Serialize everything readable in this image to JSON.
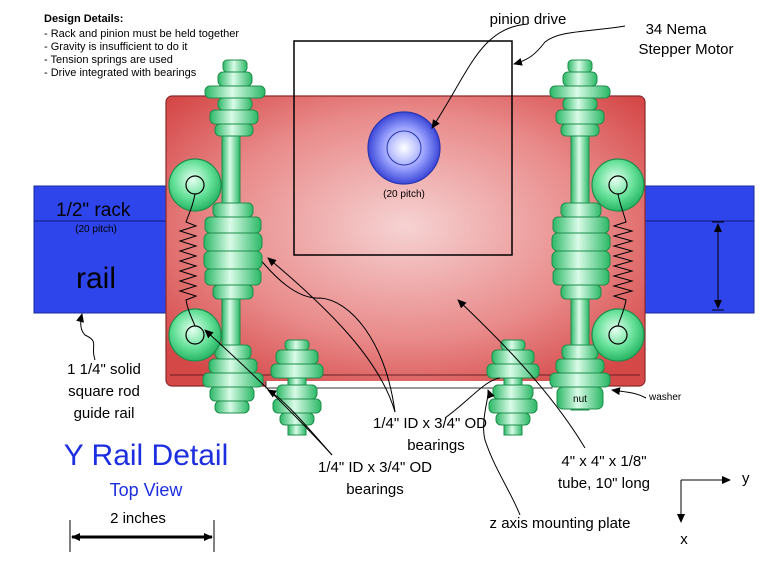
{
  "design_details": {
    "title": "Design Details:",
    "items": [
      "- Rack and pinion must be held together",
      "- Gravity is insufficient to do it",
      "- Tension springs are used",
      "- Drive integrated with bearings"
    ]
  },
  "labels": {
    "pinion_drive": "pinion drive",
    "motor_line1": "34 Nema",
    "motor_line2": "Stepper Motor",
    "pinion_pitch": "(20 pitch)",
    "rack": "1/2\" rack",
    "rack_pitch": "(20 pitch)",
    "rail": "rail",
    "guide_rail_line1": "1 1/4\" solid",
    "guide_rail_line2": "square rod",
    "guide_rail_line3": "guide rail",
    "bearings_upper_line1": "1/4\" ID x 3/4\" OD",
    "bearings_upper_line2": "bearings",
    "bearings_lower_line1": "1/4\" ID x 3/4\" OD",
    "bearings_lower_line2": "bearings",
    "tube_line1": "4\" x 4\" x 1/8\"",
    "tube_line2": "tube, 10\" long",
    "mounting_plate": "z axis mounting plate",
    "washer": "washer",
    "nut": "nut",
    "title": "Y Rail Detail",
    "subtitle": "Top View",
    "scale": "2 inches",
    "axis_y": "y",
    "axis_x": "x"
  },
  "colors": {
    "plate": "#e05a5a",
    "plate_light": "#f4c8c8",
    "rail": "#2a3fe6",
    "bearing": "#3fd27a",
    "bearing_light": "#c8f5da",
    "pinion": "#4e5ae0",
    "title_blue": "#1c2ee0"
  }
}
